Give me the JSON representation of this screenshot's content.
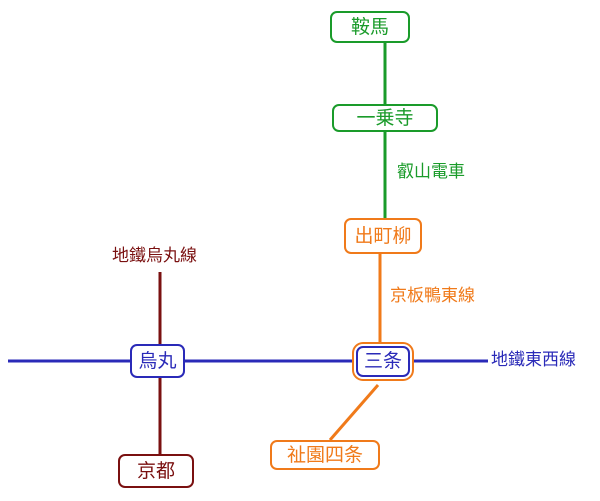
{
  "stations": {
    "kurama": "鞍馬",
    "ichijoji": "一乗寺",
    "demachiyanagi": "出町柳",
    "karasuma": "烏丸",
    "sanjo": "三条",
    "gionshijo": "祉園四条",
    "kyoto": "京都"
  },
  "lines": {
    "eizan": "叡山電車",
    "keihan": "京板鴨東線",
    "karasuma_line": "地鐵烏丸線",
    "tozai_line": "地鐵東西線"
  },
  "colors": {
    "eizan": "#1a9b2a",
    "keihan": "#f07a1a",
    "tozai": "#2a2ab8",
    "karasuma": "#7a1010"
  }
}
